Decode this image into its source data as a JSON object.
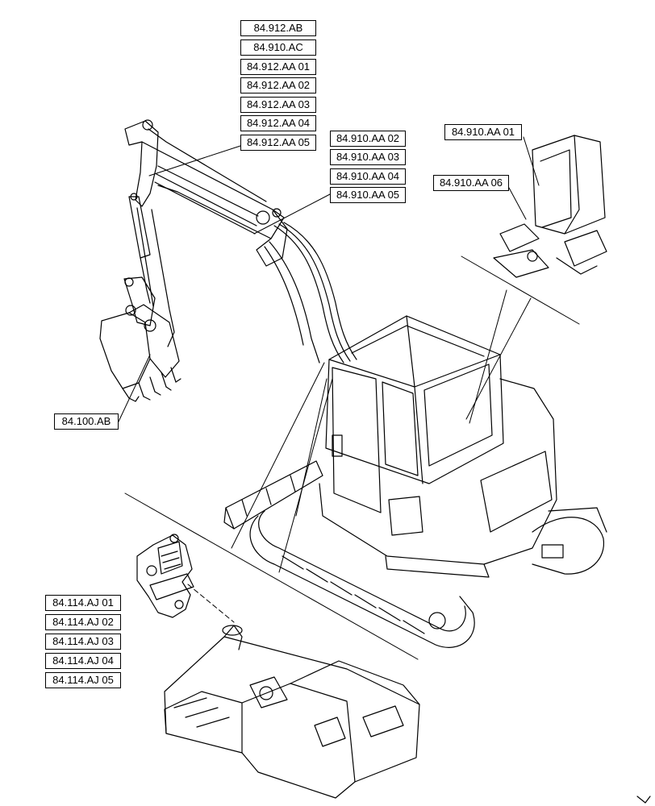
{
  "labels": {
    "boom_group": [
      "84.912.AB",
      "84.910.AC",
      "84.912.AA 01",
      "84.912.AA 02",
      "84.912.AA 03",
      "84.912.AA 04",
      "84.912.AA 05"
    ],
    "arm_group": [
      "84.910.AA 02",
      "84.910.AA 03",
      "84.910.AA 04",
      "84.910.AA 05"
    ],
    "cab_group": [
      "84.910.AA 01",
      "84.910.AA 06"
    ],
    "bucket": "84.100.AB",
    "swing_group": [
      "84.114.AJ 01",
      "84.114.AJ 02",
      "84.114.AJ 03",
      "84.114.AJ 04",
      "84.114.AJ 05"
    ]
  }
}
